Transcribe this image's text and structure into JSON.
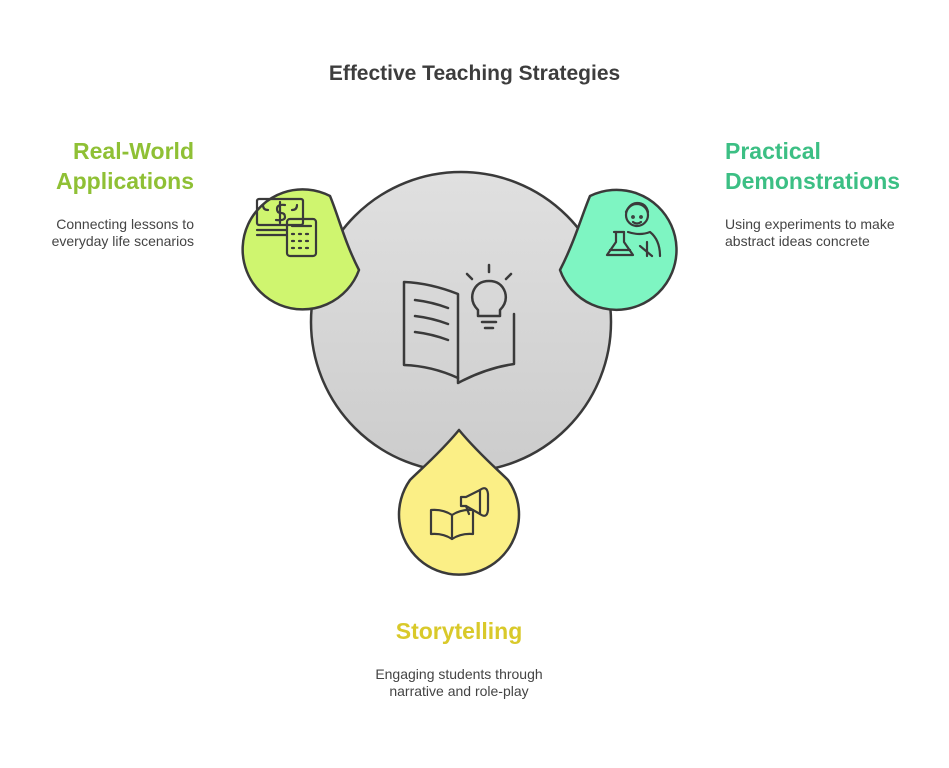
{
  "title": "Effective Teaching Strategies",
  "colors": {
    "center": "#d6d6d6",
    "outline": "#3a3a3a",
    "real_world": "#cff56f",
    "practical": "#7ef5c2",
    "storytelling": "#fbef86",
    "real_world_text": "#8fc035",
    "practical_text": "#3cbf84",
    "storytelling_text": "#d9c92a"
  },
  "center": {
    "icon": "open-book-lightbulb-icon"
  },
  "items": [
    {
      "id": "real-world",
      "label_line1": "Real-World",
      "label_line2": "Applications",
      "desc_line1": "Connecting lessons to",
      "desc_line2": "everyday life scenarios",
      "icon": "money-calculator-icon"
    },
    {
      "id": "practical",
      "label_line1": "Practical",
      "label_line2": "Demonstrations",
      "desc_line1": "Using experiments to make",
      "desc_line2": "abstract ideas concrete",
      "icon": "scientist-flask-icon"
    },
    {
      "id": "storytelling",
      "label_line1": "Storytelling",
      "desc_line1": "Engaging students through",
      "desc_line2": "narrative and role-play",
      "icon": "book-megaphone-icon"
    }
  ]
}
